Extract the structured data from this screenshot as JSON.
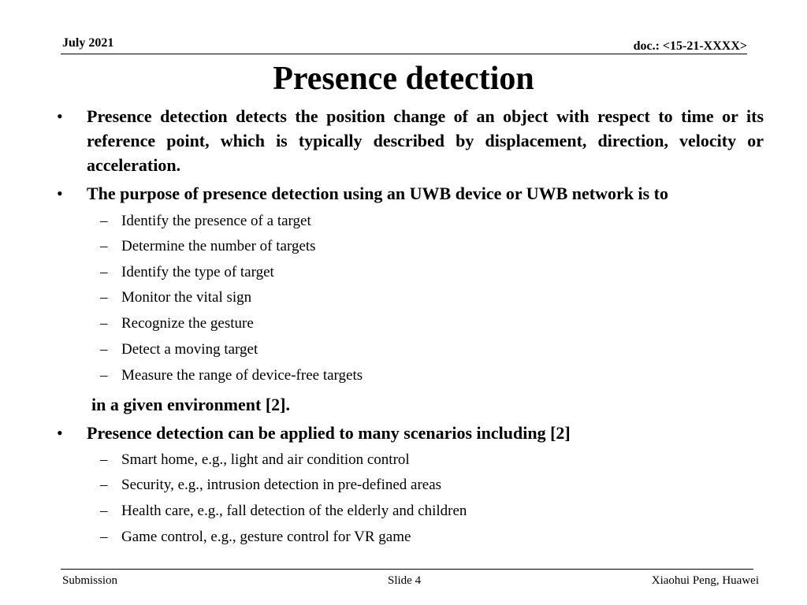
{
  "header": {
    "date": "July 2021",
    "doc": "doc.: <15-21-XXXX>"
  },
  "title": "Presence detection",
  "bullets": [
    {
      "mark": "•",
      "text": "Presence detection detects the position change of an object with respect to time or its reference point, which is typically described by displacement, direction, velocity or acceleration."
    },
    {
      "mark": "•",
      "text": "The purpose of presence detection using an UWB device or UWB network is to",
      "sub_items": [
        "Identify the presence of a target",
        "Determine the number of targets",
        "Identify the type of target",
        "Monitor the vital sign",
        "Recognize the gesture",
        "Detect a moving target",
        "Measure the range of device-free targets"
      ],
      "continuation": "in a given environment [2]."
    },
    {
      "mark": "•",
      "text": "Presence detection can be applied to many scenarios including [2]",
      "sub_items": [
        "Smart home, e.g., light and air condition control",
        "Security, e.g., intrusion detection in pre-defined areas",
        "Health care, e.g., fall detection of the elderly and children",
        "Game control, e.g., gesture control for VR game"
      ]
    }
  ],
  "sub_dash": "–",
  "footer": {
    "left": "Submission",
    "center": "Slide 4",
    "right": "Xiaohui Peng, Huawei"
  }
}
